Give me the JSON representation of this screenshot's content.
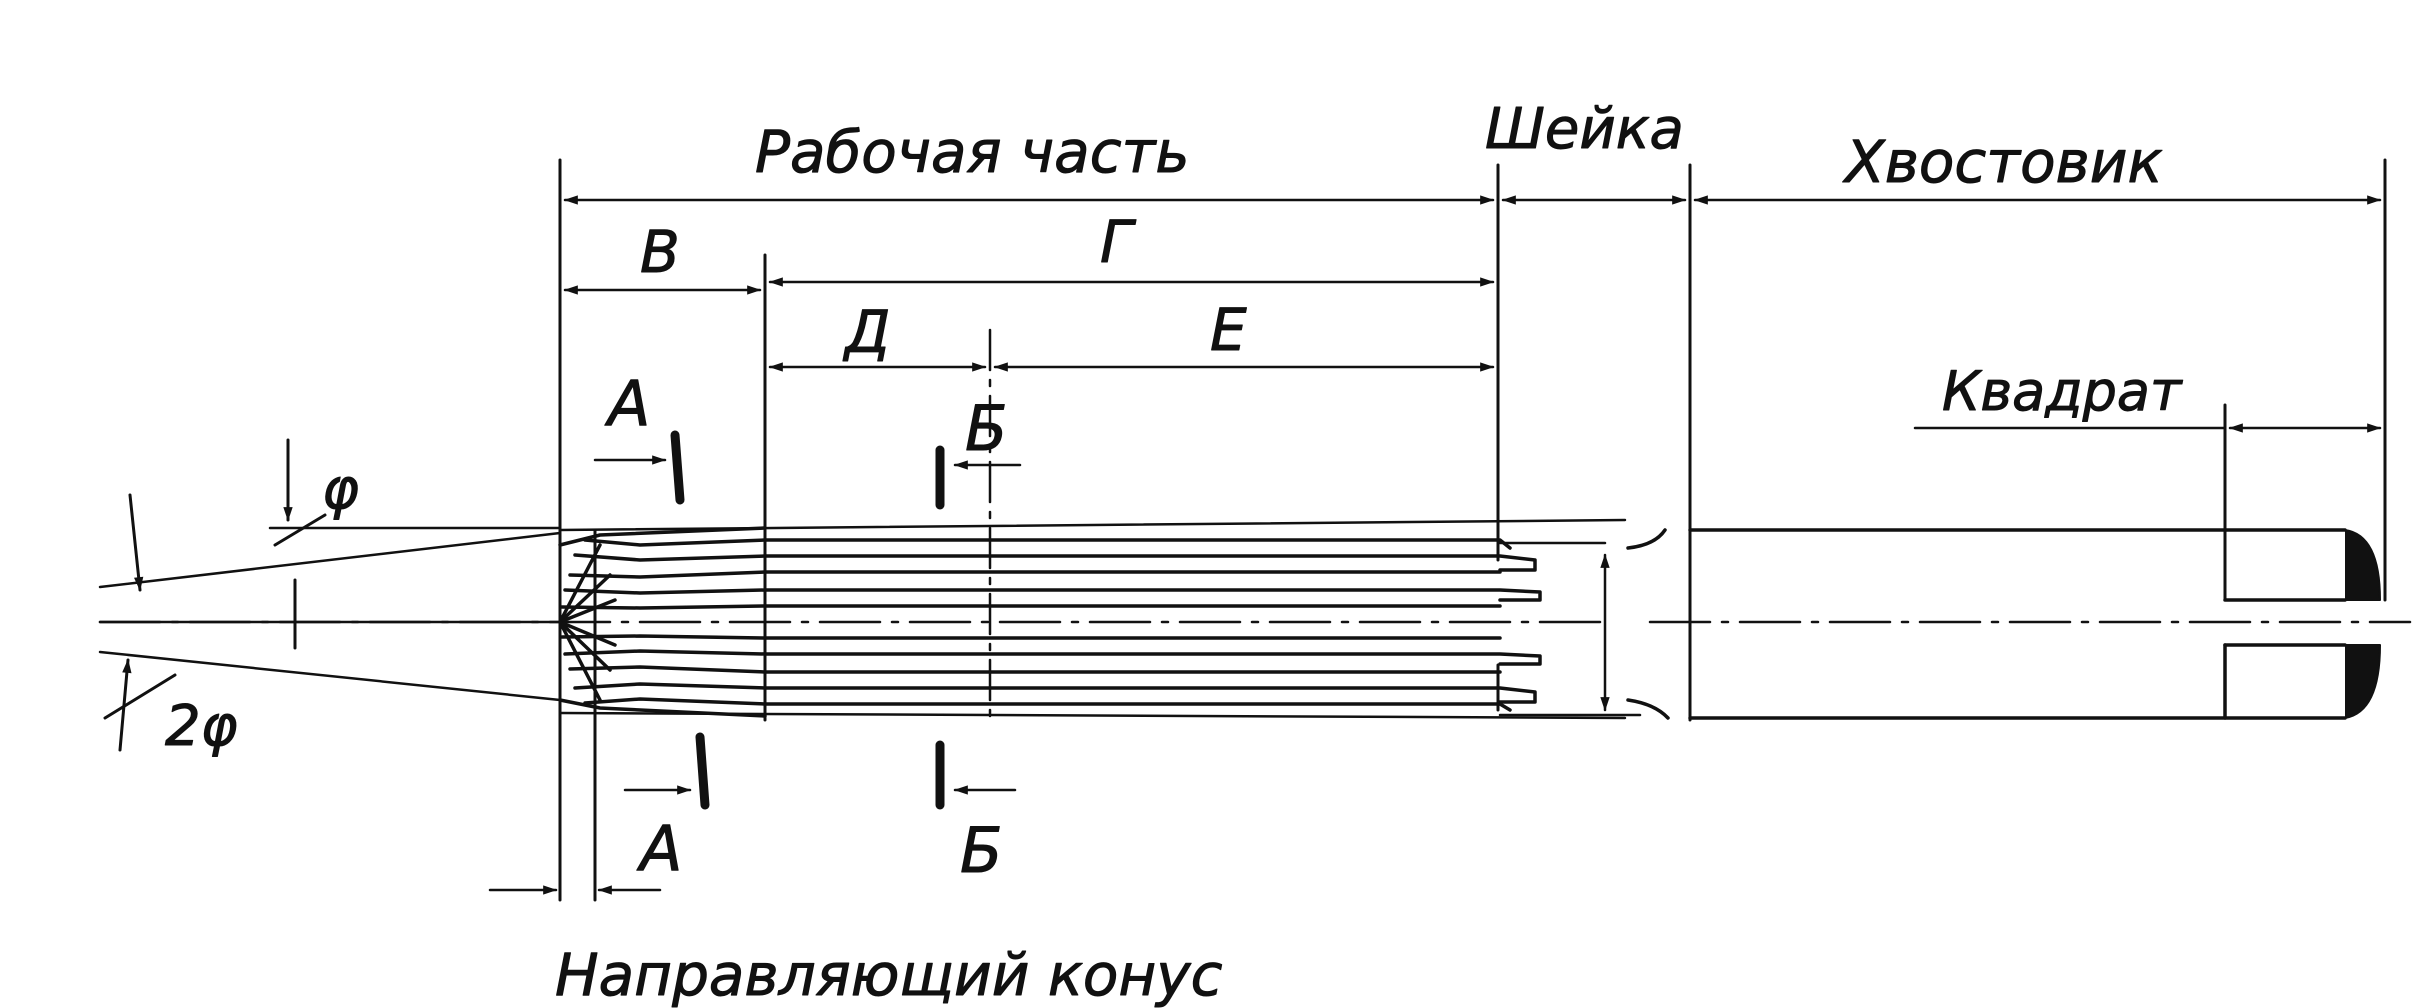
{
  "labels": {
    "working_part": "Рабочая часть",
    "neck": "Шейка",
    "shank": "Хвостовик",
    "square": "Квадрат",
    "guide_cone": "Направляющий конус",
    "v": "В",
    "g": "Г",
    "d": "Д",
    "e": "Е",
    "section_a_top": "А",
    "section_a_bottom": "А",
    "section_b_top": "Б",
    "section_b_bottom": "Б",
    "phi": "φ",
    "two_phi": "2φ"
  },
  "colors": {
    "ink": "#111111",
    "paper": "#ffffff"
  }
}
